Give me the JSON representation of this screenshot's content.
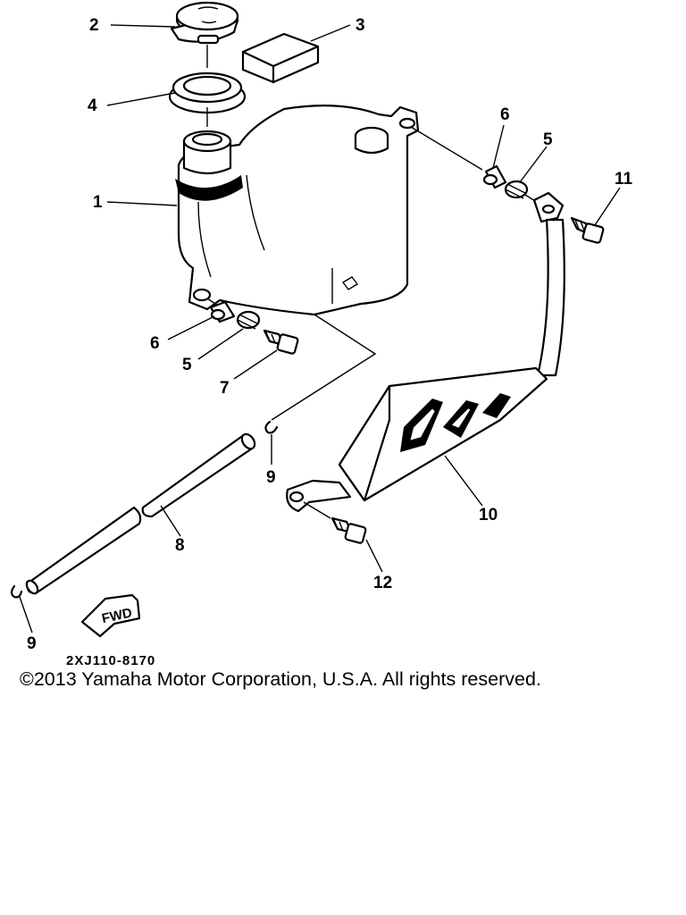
{
  "diagram": {
    "callouts": [
      {
        "id": "c2",
        "label": "2"
      },
      {
        "id": "c3",
        "label": "3"
      },
      {
        "id": "c4",
        "label": "4"
      },
      {
        "id": "c1",
        "label": "1"
      },
      {
        "id": "c6a",
        "label": "6"
      },
      {
        "id": "c5a",
        "label": "5"
      },
      {
        "id": "c11",
        "label": "11"
      },
      {
        "id": "c6b",
        "label": "6"
      },
      {
        "id": "c5b",
        "label": "5"
      },
      {
        "id": "c7",
        "label": "7"
      },
      {
        "id": "c9a",
        "label": "9"
      },
      {
        "id": "c8",
        "label": "8"
      },
      {
        "id": "c10",
        "label": "10"
      },
      {
        "id": "c12",
        "label": "12"
      },
      {
        "id": "c9b",
        "label": "9"
      }
    ],
    "fwd_label": "FWD",
    "part_code": "2XJ110-8170"
  },
  "footer": {
    "copyright": "©2013 Yamaha Motor Corporation, U.S.A. All rights reserved."
  }
}
